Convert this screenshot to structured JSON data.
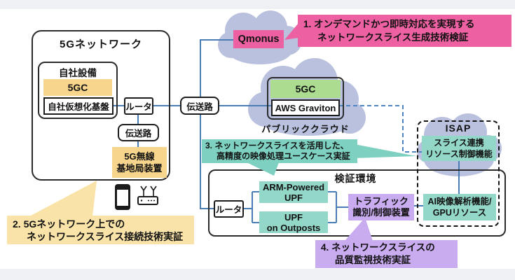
{
  "palette": {
    "cloud": "#b9c1de",
    "line_blue": "#4a7cb5",
    "yellow_box": "#f7d58d",
    "yellow_callout": "#fae3a8",
    "pink": "#ed61a2",
    "green": "#abdc90",
    "teal_box": "#93d7c8",
    "teal_callout": "#7ed0c0",
    "purple": "#c9abef",
    "strip_gray": "#eff0f4"
  },
  "clusters": {
    "network5g": {
      "title": "5Gネットワーク",
      "own_equipment_title": "自社設備",
      "core_label": "5GC",
      "virtualization_label": "自社仮想化基盤",
      "router_label": "ルータ",
      "transmission_label": "伝送路",
      "base_station_line1": "5G無線",
      "base_station_line2": "基地局装置"
    },
    "backbone": {
      "transmission_label": "伝送路"
    },
    "qmonus_label": "Qmonus",
    "public_cloud": {
      "core_label": "5GC",
      "graviton_label": "AWS Graviton",
      "caption": "パブリッククラウド"
    },
    "isap": {
      "title": "ISAP",
      "slice_line1": "スライス連携",
      "slice_line2": "リソース制御機能",
      "ai_line1": "AI映像解析機能/",
      "ai_line2": "GPUリソース"
    },
    "verification": {
      "title": "検証環境",
      "router_label": "ルータ",
      "upf_arm_line1": "ARM-Powered",
      "upf_arm_line2": "UPF",
      "upf_outposts_line1": "UPF",
      "upf_outposts_line2": "on Outposts",
      "traffic_line1": "トラフィック",
      "traffic_line2": "識別/制御装置"
    }
  },
  "callouts": {
    "c1_line1": "1. オンデマンドかつ即時対応を実現する",
    "c1_line2": "ネットワークスライス生成技術検証",
    "c2_line1": "2. 5Gネットワーク上での",
    "c2_line2": "ネットワークスライス接続技術実証",
    "c3_line1": "3. ネットワークスライスを活用した、",
    "c3_line2": "高精度の映像処理ユースケース実証",
    "c4_line1": "4. ネットワークスライスの",
    "c4_line2": "品質監視技術実証"
  }
}
